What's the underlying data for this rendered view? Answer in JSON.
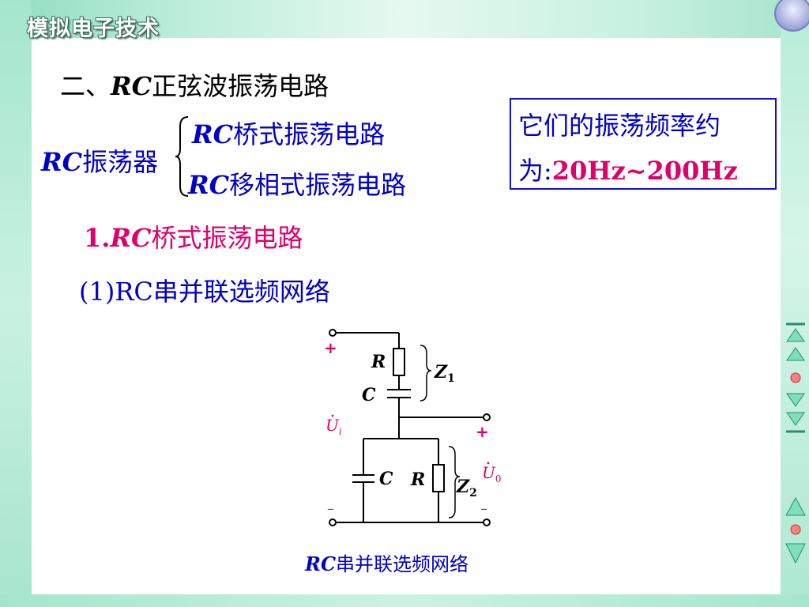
{
  "header": {
    "app_title": "模拟电子技术"
  },
  "section": {
    "title_prefix": "二、",
    "title_rc": "RC",
    "title_rest": "正弦波振荡电路"
  },
  "classification": {
    "label_rc": "RC",
    "label_rest": "振荡器",
    "items": [
      {
        "rc": "RC",
        "rest": "桥式振荡电路"
      },
      {
        "rc": "RC",
        "rest": "移相式振荡电路"
      }
    ]
  },
  "note": {
    "line1": "它们的振荡频率约",
    "line2_prefix": "为:",
    "line2_range": "20Hz~200Hz"
  },
  "subsection": {
    "number": "1.",
    "rc": "RC",
    "rest": "桥式振荡电路"
  },
  "subsubsection": {
    "number": "(1)RC",
    "rest": "串并联选频网络"
  },
  "circuit": {
    "plus_in": "+",
    "minus_in": "–",
    "plus_out": "+",
    "minus_out": "–",
    "R_top": "R",
    "C_top": "C",
    "Z1": "Z",
    "Z1_sub": "1",
    "Ui": "U",
    "Ui_sub": "i",
    "C_bottom": "C",
    "R_bottom": "R",
    "Z2": "Z",
    "Z2_sub": "2",
    "Uo": "U",
    "Uo_sub": "0"
  },
  "caption": {
    "rc": "RC",
    "rest": "串并联选频网络"
  },
  "colors": {
    "blue_text": "#0000cc",
    "magenta_text": "#e0006a",
    "frame_green": "#a4e6cc",
    "nav_teal": "#2a8a70"
  },
  "nav_icons": [
    "first-page-icon",
    "prev-page-icon",
    "home-dot-icon",
    "next-page-icon",
    "last-page-icon",
    "prev-slide-icon",
    "dot-icon",
    "next-slide-icon"
  ]
}
